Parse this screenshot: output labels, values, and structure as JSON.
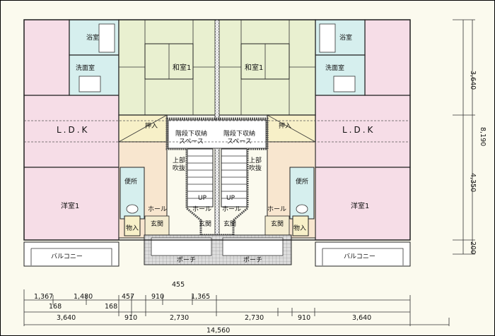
{
  "rooms": {
    "bath": "浴室",
    "washroom": "洗面室",
    "ldk": "L.D.K",
    "washitsu": "和室1",
    "oshiire": "押入",
    "stair_storage": "階段下収納\nスペース",
    "fukinuke": "上部\n吹抜",
    "up": "UP",
    "benjo": "便所",
    "youshitsu": "洋室1",
    "hall": "ホール",
    "genkan": "玄関",
    "monoire": "物入",
    "balcony": "バルコニー",
    "porch": "ポーチ"
  },
  "dimensions": {
    "bottom_row1": [
      "1,367",
      "1,480",
      "457",
      "910",
      "1,365"
    ],
    "top_label": "455",
    "bottom_row2": [
      "168",
      "168"
    ],
    "bottom_row3": [
      "3,640",
      "910",
      "2,730",
      "2,730",
      "910",
      "3,640"
    ],
    "total": "14,560",
    "right_col": [
      "3,640",
      "4,350",
      "200"
    ],
    "right_total": "8,190"
  },
  "colors": {
    "ldk": "#f6dde7",
    "washitsu": "#e9f0d0",
    "wet": "#d6efee",
    "yellow": "#f7f0c8",
    "peach": "#f8e6cf",
    "hall": "#f4ecd0"
  }
}
